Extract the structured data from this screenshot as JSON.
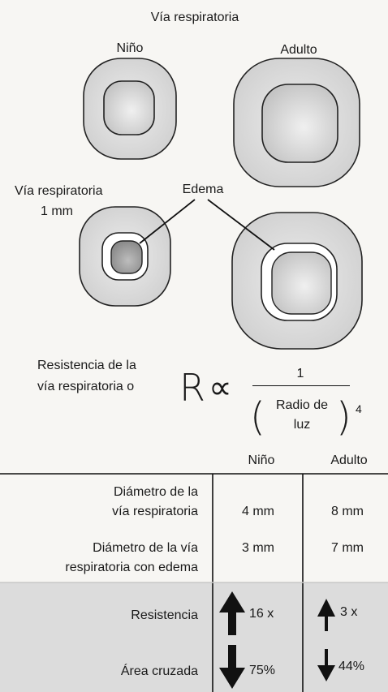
{
  "diagram": {
    "title": "Vía respiratoria",
    "child_label": "Niño",
    "adult_label": "Adulto",
    "airway_1mm_line1": "Vía respiratoria",
    "airway_1mm_line2": "1 mm",
    "edema_label": "Edema"
  },
  "formula": {
    "desc_line1": "Resistencia de la",
    "desc_line2": "vía respiratoria o",
    "R": "R",
    "proportional": "∝",
    "numerator": "1",
    "denominator_line1": "Radio de",
    "denominator_line2": "luz",
    "exponent": "4"
  },
  "table": {
    "headers": {
      "child": "Niño",
      "adult": "Adulto"
    },
    "rows": [
      {
        "label_line1": "Diámetro de la",
        "label_line2": "vía respiratoria",
        "child": "4 mm",
        "adult": "8 mm"
      },
      {
        "label_line1": "Diámetro de la vía",
        "label_line2": "respiratoria con edema",
        "child": "3 mm",
        "adult": "7 mm"
      },
      {
        "label": "Resistencia",
        "child": "16 x",
        "adult": "3 x",
        "child_arrow": "up-arrow-icon",
        "adult_arrow": "up-arrow-icon"
      },
      {
        "label": "Área cruzada",
        "child": "75%",
        "adult": "44%",
        "child_arrow": "down-arrow-icon",
        "adult_arrow": "down-arrow-icon"
      }
    ]
  }
}
